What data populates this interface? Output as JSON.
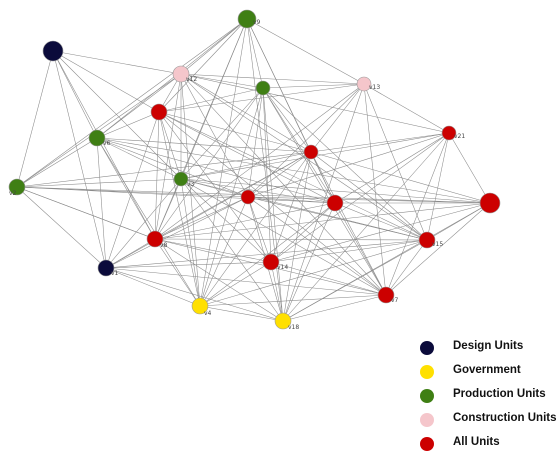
{
  "legend": [
    {
      "key": "design",
      "label": "Design Units",
      "color": "#0b0b3b"
    },
    {
      "key": "government",
      "label": "Government",
      "color": "#ffe000"
    },
    {
      "key": "production",
      "label": "Production Units",
      "color": "#3f7f14"
    },
    {
      "key": "construction",
      "label": "Construction Units",
      "color": "#f5c6cb"
    },
    {
      "key": "all",
      "label": "All Units",
      "color": "#cc0000"
    }
  ],
  "nodes": [
    {
      "id": "n1",
      "label": "",
      "type": "design"
    },
    {
      "id": "n2",
      "label": "v1",
      "type": "design"
    },
    {
      "id": "n3",
      "label": "v9",
      "type": "production"
    },
    {
      "id": "n4",
      "label": "",
      "type": "production"
    },
    {
      "id": "n5",
      "label": "v6",
      "type": "production"
    },
    {
      "id": "n6",
      "label": "v2",
      "type": "production"
    },
    {
      "id": "n7",
      "label": "v3",
      "type": "production"
    },
    {
      "id": "n8",
      "label": "v12",
      "type": "construction"
    },
    {
      "id": "n9",
      "label": "v13",
      "type": "construction"
    },
    {
      "id": "n10",
      "label": "v4",
      "type": "government"
    },
    {
      "id": "n11",
      "label": "v18",
      "type": "government"
    },
    {
      "id": "n12",
      "label": "",
      "type": "all"
    },
    {
      "id": "n13",
      "label": "v21",
      "type": "all"
    },
    {
      "id": "n14",
      "label": "",
      "type": "all"
    },
    {
      "id": "n15",
      "label": "v8",
      "type": "all"
    },
    {
      "id": "n16",
      "label": "",
      "type": "all"
    },
    {
      "id": "n17",
      "label": "",
      "type": "all"
    },
    {
      "id": "n18",
      "label": "",
      "type": "all"
    },
    {
      "id": "n19",
      "label": "v15",
      "type": "all"
    },
    {
      "id": "n20",
      "label": "v14",
      "type": "all"
    },
    {
      "id": "n21",
      "label": "v7",
      "type": "all"
    }
  ],
  "edges": [
    [
      "n1",
      "n8"
    ],
    [
      "n1",
      "n5"
    ],
    [
      "n1",
      "n7"
    ],
    [
      "n1",
      "n2"
    ],
    [
      "n1",
      "n6"
    ],
    [
      "n1",
      "n12"
    ],
    [
      "n1",
      "n15"
    ],
    [
      "n3",
      "n8"
    ],
    [
      "n3",
      "n4"
    ],
    [
      "n3",
      "n12"
    ],
    [
      "n3",
      "n5"
    ],
    [
      "n3",
      "n6"
    ],
    [
      "n3",
      "n7"
    ],
    [
      "n3",
      "n14"
    ],
    [
      "n3",
      "n15"
    ],
    [
      "n3",
      "n10"
    ],
    [
      "n3",
      "n9"
    ],
    [
      "n3",
      "n18"
    ],
    [
      "n3",
      "n11"
    ],
    [
      "n8",
      "n9"
    ],
    [
      "n8",
      "n12"
    ],
    [
      "n8",
      "n4"
    ],
    [
      "n8",
      "n14"
    ],
    [
      "n8",
      "n15"
    ],
    [
      "n8",
      "n5"
    ],
    [
      "n8",
      "n6"
    ],
    [
      "n8",
      "n7"
    ],
    [
      "n8",
      "n10"
    ],
    [
      "n8",
      "n16"
    ],
    [
      "n8",
      "n19"
    ],
    [
      "n8",
      "n21"
    ],
    [
      "n8",
      "n13"
    ],
    [
      "n9",
      "n4"
    ],
    [
      "n9",
      "n14"
    ],
    [
      "n9",
      "n16"
    ],
    [
      "n9",
      "n13"
    ],
    [
      "n9",
      "n19"
    ],
    [
      "n9",
      "n15"
    ],
    [
      "n9",
      "n12"
    ],
    [
      "n9",
      "n21"
    ],
    [
      "n9",
      "n11"
    ],
    [
      "n4",
      "n14"
    ],
    [
      "n4",
      "n16"
    ],
    [
      "n4",
      "n15"
    ],
    [
      "n4",
      "n19"
    ],
    [
      "n4",
      "n20"
    ],
    [
      "n4",
      "n12"
    ],
    [
      "n4",
      "n11"
    ],
    [
      "n4",
      "n10"
    ],
    [
      "n4",
      "n7"
    ],
    [
      "n4",
      "n18"
    ],
    [
      "n4",
      "n21"
    ],
    [
      "n12",
      "n5"
    ],
    [
      "n12",
      "n7"
    ],
    [
      "n12",
      "n15"
    ],
    [
      "n12",
      "n14"
    ],
    [
      "n12",
      "n18"
    ],
    [
      "n12",
      "n19"
    ],
    [
      "n12",
      "n21"
    ],
    [
      "n12",
      "n20"
    ],
    [
      "n12",
      "n2"
    ],
    [
      "n12",
      "n10"
    ],
    [
      "n13",
      "n14"
    ],
    [
      "n13",
      "n17"
    ],
    [
      "n13",
      "n19"
    ],
    [
      "n13",
      "n21"
    ],
    [
      "n13",
      "n16"
    ],
    [
      "n13",
      "n18"
    ],
    [
      "n13",
      "n7"
    ],
    [
      "n13",
      "n20"
    ],
    [
      "n13",
      "n11"
    ],
    [
      "n5",
      "n6"
    ],
    [
      "n5",
      "n7"
    ],
    [
      "n5",
      "n15"
    ],
    [
      "n5",
      "n14"
    ],
    [
      "n5",
      "n16"
    ],
    [
      "n5",
      "n18"
    ],
    [
      "n5",
      "n2"
    ],
    [
      "n5",
      "n10"
    ],
    [
      "n5",
      "n17"
    ],
    [
      "n6",
      "n7"
    ],
    [
      "n6",
      "n2"
    ],
    [
      "n6",
      "n15"
    ],
    [
      "n6",
      "n14"
    ],
    [
      "n6",
      "n16"
    ],
    [
      "n6",
      "n17"
    ],
    [
      "n6",
      "n15"
    ],
    [
      "n6",
      "n18"
    ],
    [
      "n7",
      "n15"
    ],
    [
      "n7",
      "n16"
    ],
    [
      "n7",
      "n14"
    ],
    [
      "n7",
      "n18"
    ],
    [
      "n7",
      "n10"
    ],
    [
      "n7",
      "n20"
    ],
    [
      "n7",
      "n11"
    ],
    [
      "n7",
      "n17"
    ],
    [
      "n7",
      "n19"
    ],
    [
      "n7",
      "n21"
    ],
    [
      "n7",
      "n2"
    ],
    [
      "n14",
      "n16"
    ],
    [
      "n14",
      "n17"
    ],
    [
      "n14",
      "n19"
    ],
    [
      "n14",
      "n18"
    ],
    [
      "n14",
      "n20"
    ],
    [
      "n14",
      "n21"
    ],
    [
      "n14",
      "n15"
    ],
    [
      "n14",
      "n10"
    ],
    [
      "n14",
      "n11"
    ],
    [
      "n14",
      "n2"
    ],
    [
      "n16",
      "n17"
    ],
    [
      "n16",
      "n18"
    ],
    [
      "n16",
      "n19"
    ],
    [
      "n16",
      "n21"
    ],
    [
      "n16",
      "n20"
    ],
    [
      "n16",
      "n15"
    ],
    [
      "n16",
      "n10"
    ],
    [
      "n16",
      "n11"
    ],
    [
      "n16",
      "n2"
    ],
    [
      "n17",
      "n18"
    ],
    [
      "n17",
      "n19"
    ],
    [
      "n17",
      "n20"
    ],
    [
      "n17",
      "n21"
    ],
    [
      "n17",
      "n15"
    ],
    [
      "n18",
      "n19"
    ],
    [
      "n18",
      "n21"
    ],
    [
      "n18",
      "n15"
    ],
    [
      "n18",
      "n20"
    ],
    [
      "n18",
      "n11"
    ],
    [
      "n18",
      "n10"
    ],
    [
      "n19",
      "n20"
    ],
    [
      "n19",
      "n21"
    ],
    [
      "n19",
      "n15"
    ],
    [
      "n19",
      "n11"
    ],
    [
      "n19",
      "n10"
    ],
    [
      "n15",
      "n2"
    ],
    [
      "n15",
      "n10"
    ],
    [
      "n15",
      "n11"
    ],
    [
      "n15",
      "n20"
    ],
    [
      "n15",
      "n21"
    ],
    [
      "n2",
      "n10"
    ],
    [
      "n2",
      "n11"
    ],
    [
      "n2",
      "n20"
    ],
    [
      "n2",
      "n21"
    ],
    [
      "n2",
      "n19"
    ],
    [
      "n10",
      "n11"
    ],
    [
      "n10",
      "n20"
    ],
    [
      "n10",
      "n21"
    ],
    [
      "n11",
      "n20"
    ],
    [
      "n11",
      "n21"
    ],
    [
      "n11",
      "n17"
    ],
    [
      "n20",
      "n21"
    ]
  ]
}
